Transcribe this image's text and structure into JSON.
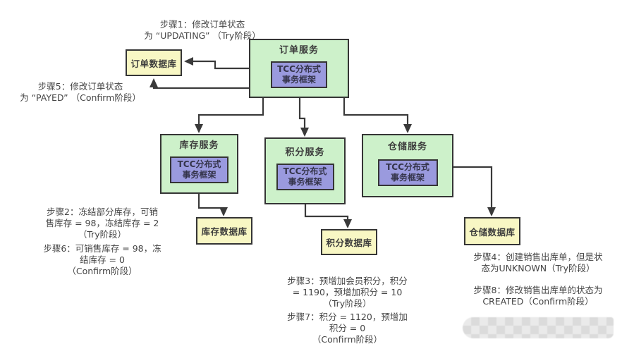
{
  "palette": {
    "service_fill": "#cdf1ca",
    "tcc_fill": "#9a9ade",
    "db_fill": "#f8f7c4",
    "box_border": "#353535",
    "arrow": "#3a3a3a",
    "text": "#3c3c3c"
  },
  "nodes": {
    "order_service": {
      "label": "订单服务",
      "tcc_label": "TCC分布式\n事务框架"
    },
    "inventory_service": {
      "label": "库存服务",
      "tcc_label": "TCC分布式\n事务框架"
    },
    "points_service": {
      "label": "积分服务",
      "tcc_label": "TCC分布式\n事务框架"
    },
    "warehouse_service": {
      "label": "仓储服务",
      "tcc_label": "TCC分布式\n事务框架"
    },
    "order_db": {
      "label": "订单数据库"
    },
    "inventory_db": {
      "label": "库存数据库"
    },
    "points_db": {
      "label": "积分数据库"
    },
    "warehouse_db": {
      "label": "仓储数据库"
    }
  },
  "annotations": {
    "step1": "步骤1：修改订单状态\n为 “UPDATING” （Try阶段）",
    "step5": "步骤5：修改订单状态\n为 “PAYED” （Confirm阶段）",
    "step2": "步骤2：冻结部分库存，可销\n售库存 = 98，冻结库存 = 2\n（Try阶段）",
    "step6": "步骤6：可销售库存 = 98，冻\n结库存 = 0\n（Confirm阶段）",
    "step3": "步骤3：预增加会员积分，积分\n= 1190，预增加积分 = 10\n（Try阶段）",
    "step7": "步骤7：积分 = 1120，预增加\n积分 = 0\n（Confirm阶段）",
    "step4": "步骤4：创建销售出库单，但是状\n态为UNKNOWN（Try阶段）",
    "step8": "步骤8：修改销售出库单的状态为\nCREATED（Confirm阶段）"
  }
}
